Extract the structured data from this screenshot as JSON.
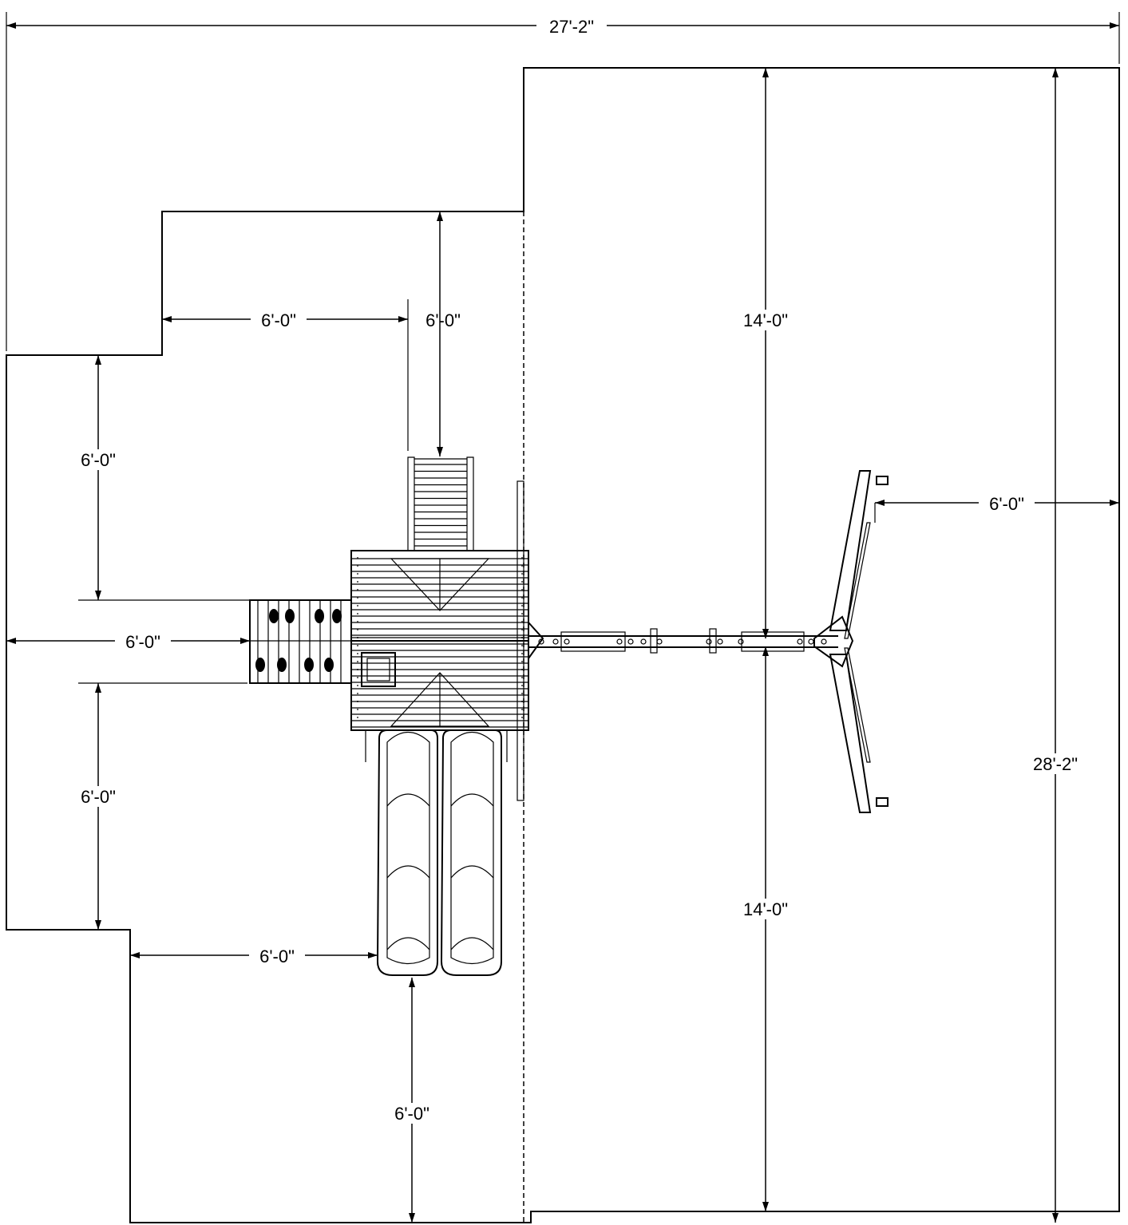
{
  "dimensions": {
    "overall_width": "27'-2\"",
    "overall_depth": "28'-2\"",
    "swing_clearance_top": "14'-0\"",
    "swing_clearance_bottom": "14'-0\"",
    "swing_end_clearance": "6'-0\"",
    "ladder_left": "6'-0\"",
    "ladder_top": "6'-0\"",
    "left_upper": "6'-0\"",
    "left_middle": "6'-0\"",
    "left_lower": "6'-0\"",
    "slide_left": "6'-0\"",
    "slide_bottom": "6'-0\""
  }
}
